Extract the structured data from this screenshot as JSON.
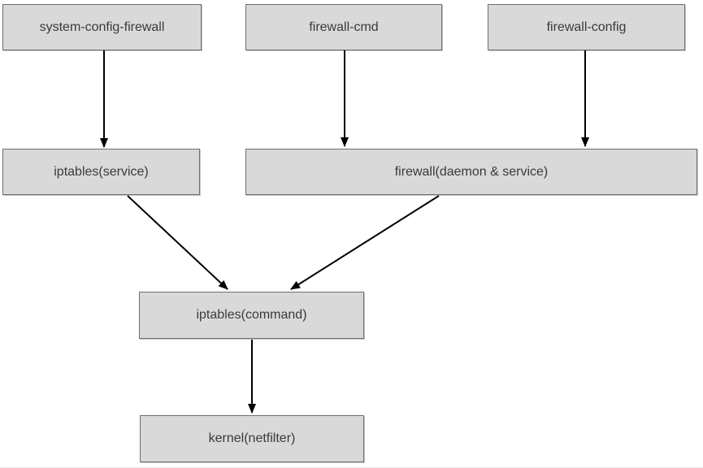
{
  "diagram": {
    "nodes": [
      {
        "id": "system-config-firewall",
        "label": "system-config-firewall"
      },
      {
        "id": "firewall-cmd",
        "label": "firewall-cmd"
      },
      {
        "id": "firewall-config",
        "label": "firewall-config"
      },
      {
        "id": "iptables-service",
        "label": "iptables(service)"
      },
      {
        "id": "firewall-daemon-service",
        "label": "firewall(daemon & service)"
      },
      {
        "id": "iptables-command",
        "label": "iptables(command)"
      },
      {
        "id": "kernel-netfilter",
        "label": "kernel(netfilter)"
      }
    ],
    "edges": [
      {
        "from": "system-config-firewall",
        "to": "iptables-service"
      },
      {
        "from": "firewall-cmd",
        "to": "firewall-daemon-service"
      },
      {
        "from": "firewall-config",
        "to": "firewall-daemon-service"
      },
      {
        "from": "iptables-service",
        "to": "iptables-command"
      },
      {
        "from": "firewall-daemon-service",
        "to": "iptables-command"
      },
      {
        "from": "iptables-command",
        "to": "kernel-netfilter"
      }
    ],
    "colors": {
      "node_fill": "#d9d9d9",
      "node_border": "#6e6e6e",
      "text": "#3a3a3a",
      "arrow": "#000000",
      "background": "#ffffff"
    }
  }
}
